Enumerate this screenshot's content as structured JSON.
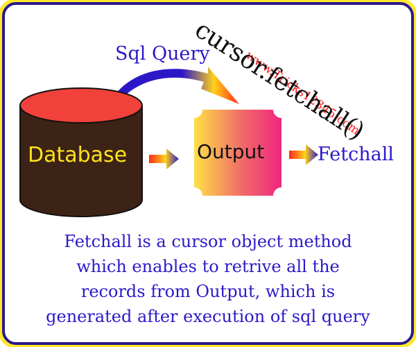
{
  "watermark": "www.Tricks12345.com",
  "code_title": "cursor.fetchall()",
  "query_label": "Sql Query",
  "nodes": {
    "database": "Database",
    "output": "Output",
    "fetchall": "Fetchall"
  },
  "description": [
    "Fetchall is a cursor object method",
    "which enables to retrive all the",
    "records from Output, which is",
    "generated after execution of sql query"
  ],
  "colors": {
    "frame_border": "#2a1a86",
    "frame_glow": "#ffe92a",
    "cylinder_body": "#3d2316",
    "cylinder_top": "#f0413a",
    "output_left": "#ffe046",
    "output_right": "#f0267e",
    "arrow_start": "#ff2a1a",
    "arrow_mid": "#ffd21a",
    "arrow_end": "#2d18c8",
    "text_blue": "#2d18c8",
    "text_yellow": "#ffe21c",
    "watermark_red": "#ff1a1a"
  }
}
